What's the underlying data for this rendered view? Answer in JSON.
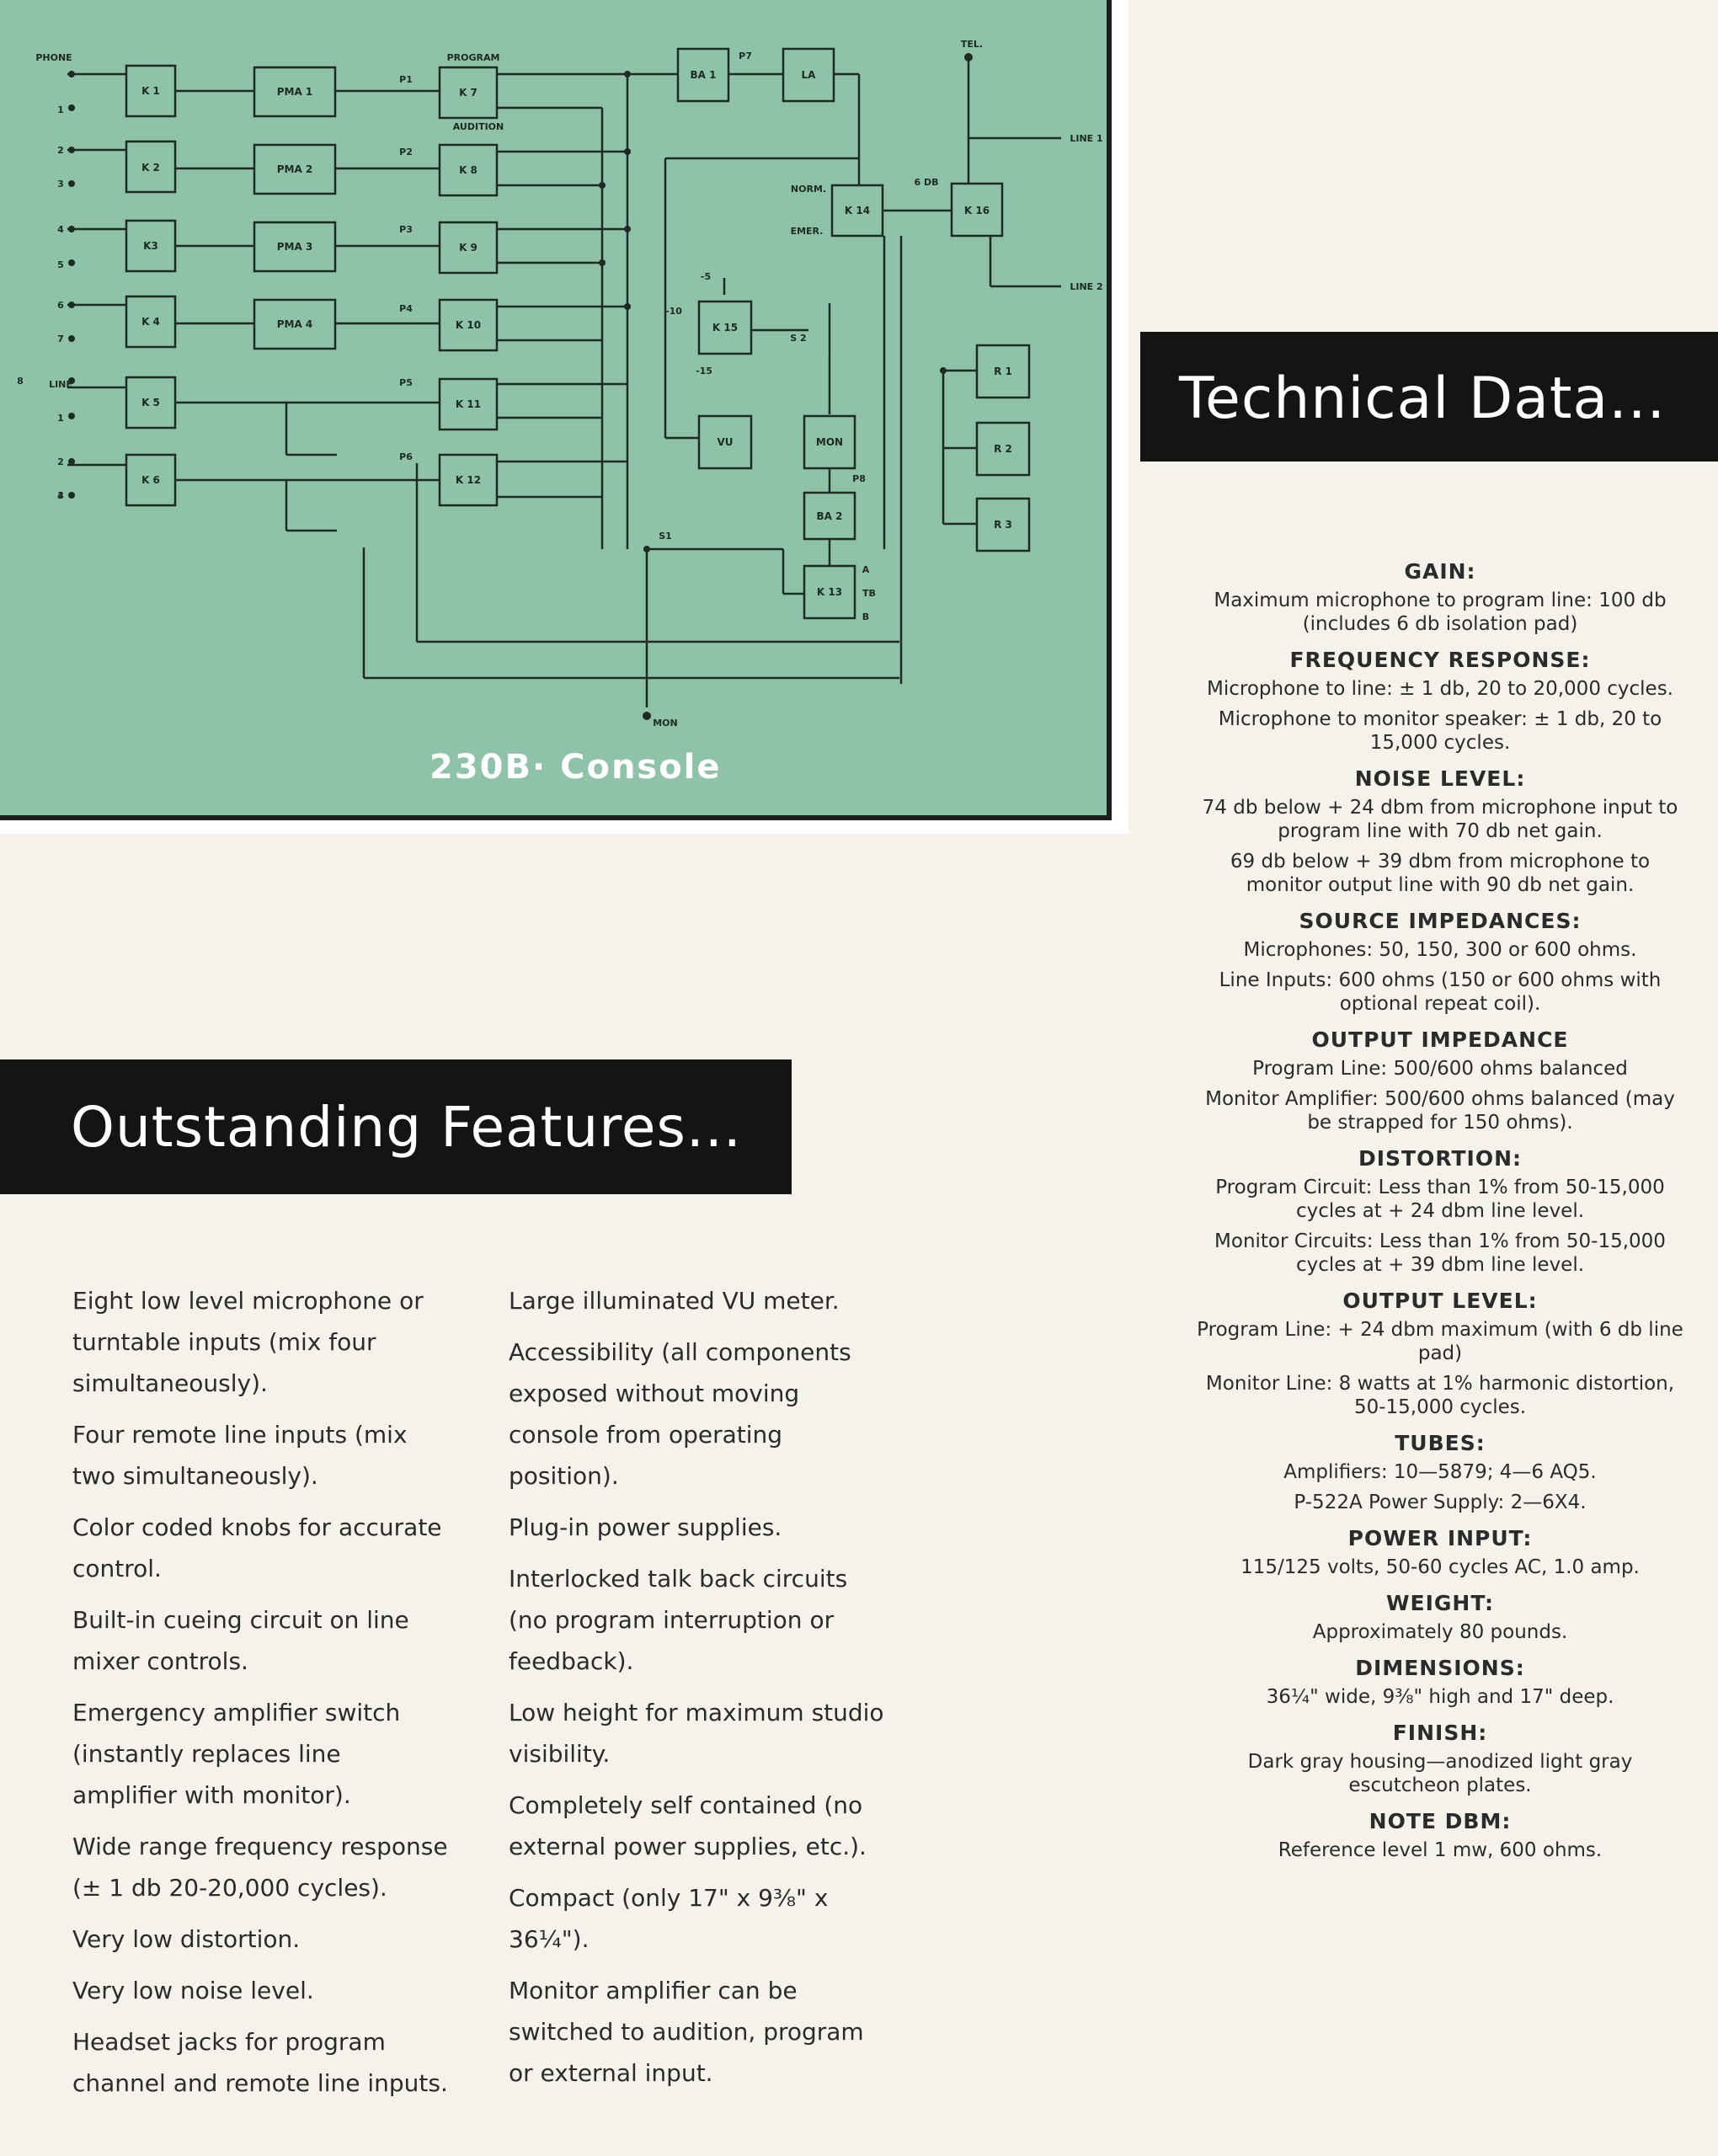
{
  "diagram": {
    "title": "230B· Console",
    "left_labels": [
      "PHONE",
      "1",
      "2",
      "3",
      "4",
      "5",
      "6",
      "7",
      "8",
      "LINE",
      "1",
      "2",
      "3",
      "4"
    ],
    "blocks": [
      "K 1",
      "K 2",
      "K3",
      "K 4",
      "K 5",
      "K 6",
      "PMA 1",
      "PMA 2",
      "PMA 3",
      "PMA 4",
      "K 7",
      "K 8",
      "K 9",
      "K 10",
      "K 11",
      "K 12",
      "BA 1",
      "LA",
      "K 14",
      "K 15",
      "VU",
      "MON",
      "BA 2",
      "K 13",
      "K 16",
      "R 1",
      "R 2",
      "R 3"
    ],
    "pads": [
      "P1",
      "P2",
      "P3",
      "P4",
      "P5",
      "P6",
      "P7",
      "P8"
    ],
    "labels": [
      "PROGRAM",
      "AUDITION",
      "NORM.",
      "EMER.",
      "6 DB",
      "TEL.",
      "LINE 1",
      "LINE 2",
      "S 2",
      "S1",
      "MON",
      "A",
      "TB",
      "B",
      "-5",
      "-10",
      "-15"
    ]
  },
  "technical": {
    "heading": "Technical Data...",
    "sections": [
      {
        "title": "GAIN:",
        "lines": [
          "Maximum microphone to program line: 100 db (includes 6 db isolation pad)"
        ]
      },
      {
        "title": "FREQUENCY RESPONSE:",
        "lines": [
          "Microphone to line: ± 1 db, 20 to 20,000 cycles.",
          "Microphone to monitor speaker: ± 1 db, 20 to 15,000 cycles."
        ]
      },
      {
        "title": "NOISE LEVEL:",
        "lines": [
          "74 db below + 24 dbm from microphone input to program line with 70 db net gain.",
          "69 db below + 39 dbm from microphone to monitor output line with 90 db net gain."
        ]
      },
      {
        "title": "SOURCE IMPEDANCES:",
        "lines": [
          "Microphones: 50, 150, 300 or 600 ohms.",
          "Line Inputs: 600 ohms (150 or 600 ohms with optional repeat coil)."
        ]
      },
      {
        "title": "OUTPUT IMPEDANCE",
        "lines": [
          "Program Line: 500/600 ohms balanced",
          "Monitor Amplifier: 500/600 ohms balanced (may be strapped for 150 ohms)."
        ]
      },
      {
        "title": "DISTORTION:",
        "lines": [
          "Program Circuit: Less than 1% from 50-15,000 cycles at + 24 dbm line level.",
          "Monitor Circuits: Less than 1% from 50-15,000 cycles at + 39 dbm line level."
        ]
      },
      {
        "title": "OUTPUT LEVEL:",
        "lines": [
          "Program Line: + 24 dbm maximum (with 6 db line pad)",
          "Monitor Line: 8 watts at 1% harmonic distortion, 50-15,000 cycles."
        ]
      },
      {
        "title": "TUBES:",
        "lines": [
          "Amplifiers: 10—5879; 4—6 AQ5.",
          "P-522A Power Supply: 2—6X4."
        ]
      },
      {
        "title": "POWER INPUT:",
        "lines": [
          "115/125 volts, 50-60 cycles AC, 1.0 amp."
        ]
      },
      {
        "title": "WEIGHT:",
        "lines": [
          "Approximately 80 pounds."
        ]
      },
      {
        "title": "DIMENSIONS:",
        "lines": [
          "36¼\" wide, 9⅜\" high and 17\" deep."
        ]
      },
      {
        "title": "FINISH:",
        "lines": [
          "Dark gray housing—anodized light gray escutcheon plates."
        ]
      },
      {
        "title": "NOTE DBM:",
        "lines": [
          "Reference level 1 mw, 600 ohms."
        ]
      }
    ]
  },
  "features": {
    "heading": "Outstanding Features...",
    "col_a": [
      "Eight low level microphone or turntable inputs (mix four simultaneously).",
      "Four remote line inputs (mix two simultaneously).",
      "Color coded knobs for accurate control.",
      "Built-in cueing circuit on line mixer controls.",
      "Emergency amplifier switch (instantly replaces line amplifier with monitor).",
      "Wide range frequency response (± 1 db 20-20,000 cycles).",
      "Very low distortion.",
      "Very low noise level.",
      "Headset jacks for program channel and remote line inputs."
    ],
    "col_b": [
      "Large illuminated VU meter.",
      "Accessibility (all components exposed without moving console from operating position).",
      "Plug-in power supplies.",
      "Interlocked talk back circuits (no program interruption or feedback).",
      "Low height for maximum studio visibility.",
      "Completely self contained (no external power supplies, etc.).",
      "Compact (only 17\" x 9⅜\" x 36¼\").",
      "Monitor amplifier can be switched to audition, program or external input."
    ]
  }
}
